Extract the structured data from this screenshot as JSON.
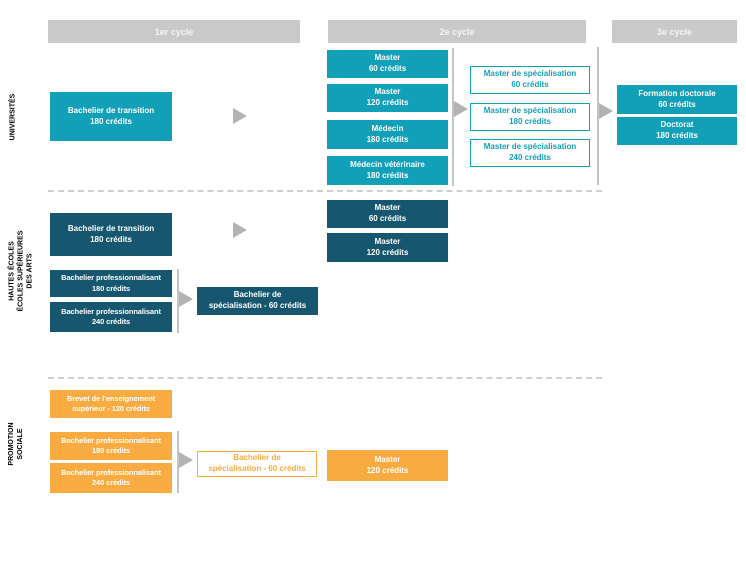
{
  "colors": {
    "teal": "#129fb8",
    "dark_teal": "#16566e",
    "orange": "#f8ab40",
    "bar_gray": "#c9c9c9",
    "arrow_gray": "#b3b3b3",
    "line_gray": "#c3c3c3"
  },
  "cycles": {
    "c1": "1er cycle",
    "c2": "2e cycle",
    "c3": "3e cycle"
  },
  "sections": {
    "universites": {
      "label": "UNIVERSITÉS",
      "bachelier_transition": {
        "line1": "Bachelier de transition",
        "line2": "180 crédits"
      },
      "master_60": {
        "line1": "Master",
        "line2": "60 crédits"
      },
      "master_120": {
        "line1": "Master",
        "line2": "120 crédits"
      },
      "medecin": {
        "line1": "Médecin",
        "line2": "180 crédits"
      },
      "medecin_veterinaire": {
        "line1": "Médecin vétérinaire",
        "line2": "180 crédits"
      },
      "spec_60": {
        "line1": "Master de spécialisation",
        "line2": "60 crédits"
      },
      "spec_180": {
        "line1": "Master de spécialisation",
        "line2": "180 crédits"
      },
      "spec_240": {
        "line1": "Master de spécialisation",
        "line2": "240 crédits"
      },
      "formation_doctorale": {
        "line1": "Formation doctorale",
        "line2": "60 crédits"
      },
      "doctorat": {
        "line1": "Doctorat",
        "line2": "180 crédits"
      }
    },
    "hautes_ecoles": {
      "label_line1": "HAUTES ÉCOLES",
      "label_line2": "ÉCOLES SUPÉRIEURES",
      "label_line3": "DES ARTS",
      "bachelier_transition": {
        "line1": "Bachelier de transition",
        "line2": "180 crédits"
      },
      "bachelier_pro_180": {
        "line1": "Bachelier professionnalisant",
        "line2": "180 crédits"
      },
      "bachelier_pro_240": {
        "line1": "Bachelier professionnalisant",
        "line2": "240 crédits"
      },
      "bachelier_spec": {
        "line1": "Bachelier de",
        "line2": "spécialisation - 60 crédits"
      },
      "master_60": {
        "line1": "Master",
        "line2": "60 crédits"
      },
      "master_120": {
        "line1": "Master",
        "line2": "120 crédits"
      }
    },
    "promotion_sociale": {
      "label_line1": "PROMOTION",
      "label_line2": "SOCIALE",
      "brevet": {
        "line1": "Brevet de l'enseignement",
        "line2": "supérieur - 120 crédits"
      },
      "bachelier_pro_180": {
        "line1": "Bachelier professionnalisant",
        "line2": "180 crédits"
      },
      "bachelier_pro_240": {
        "line1": "Bachelier professionnalisant",
        "line2": "240 crédits"
      },
      "bachelier_spec": {
        "line1": "Bachelier de",
        "line2": "spécialisation - 60 crédits"
      },
      "master_120": {
        "line1": "Master",
        "line2": "120 crédits"
      }
    }
  }
}
